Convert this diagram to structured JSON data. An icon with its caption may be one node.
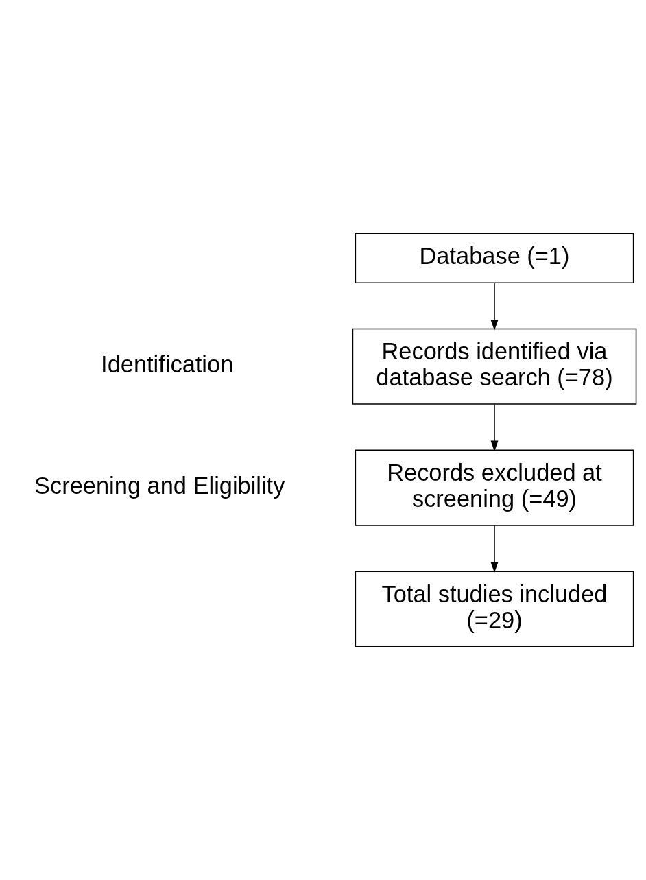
{
  "diagram": {
    "nodes": [
      {
        "text": [
          "Database (=1)"
        ]
      },
      {
        "text": [
          "Records identified via database search (=78)"
        ]
      },
      {
        "text": [
          "Records excluded at screening (=49)"
        ]
      },
      {
        "text": [
          "Total studies included (=29)"
        ]
      }
    ],
    "edges": [
      {
        "from": 0,
        "to": 1,
        "arrow": "to"
      },
      {
        "from": 1,
        "to": 2,
        "arrow": "to"
      },
      {
        "from": 2,
        "to": 3,
        "arrow": "to"
      }
    ],
    "labels": [
      "Identification",
      "Screening and Eligibility"
    ]
  }
}
